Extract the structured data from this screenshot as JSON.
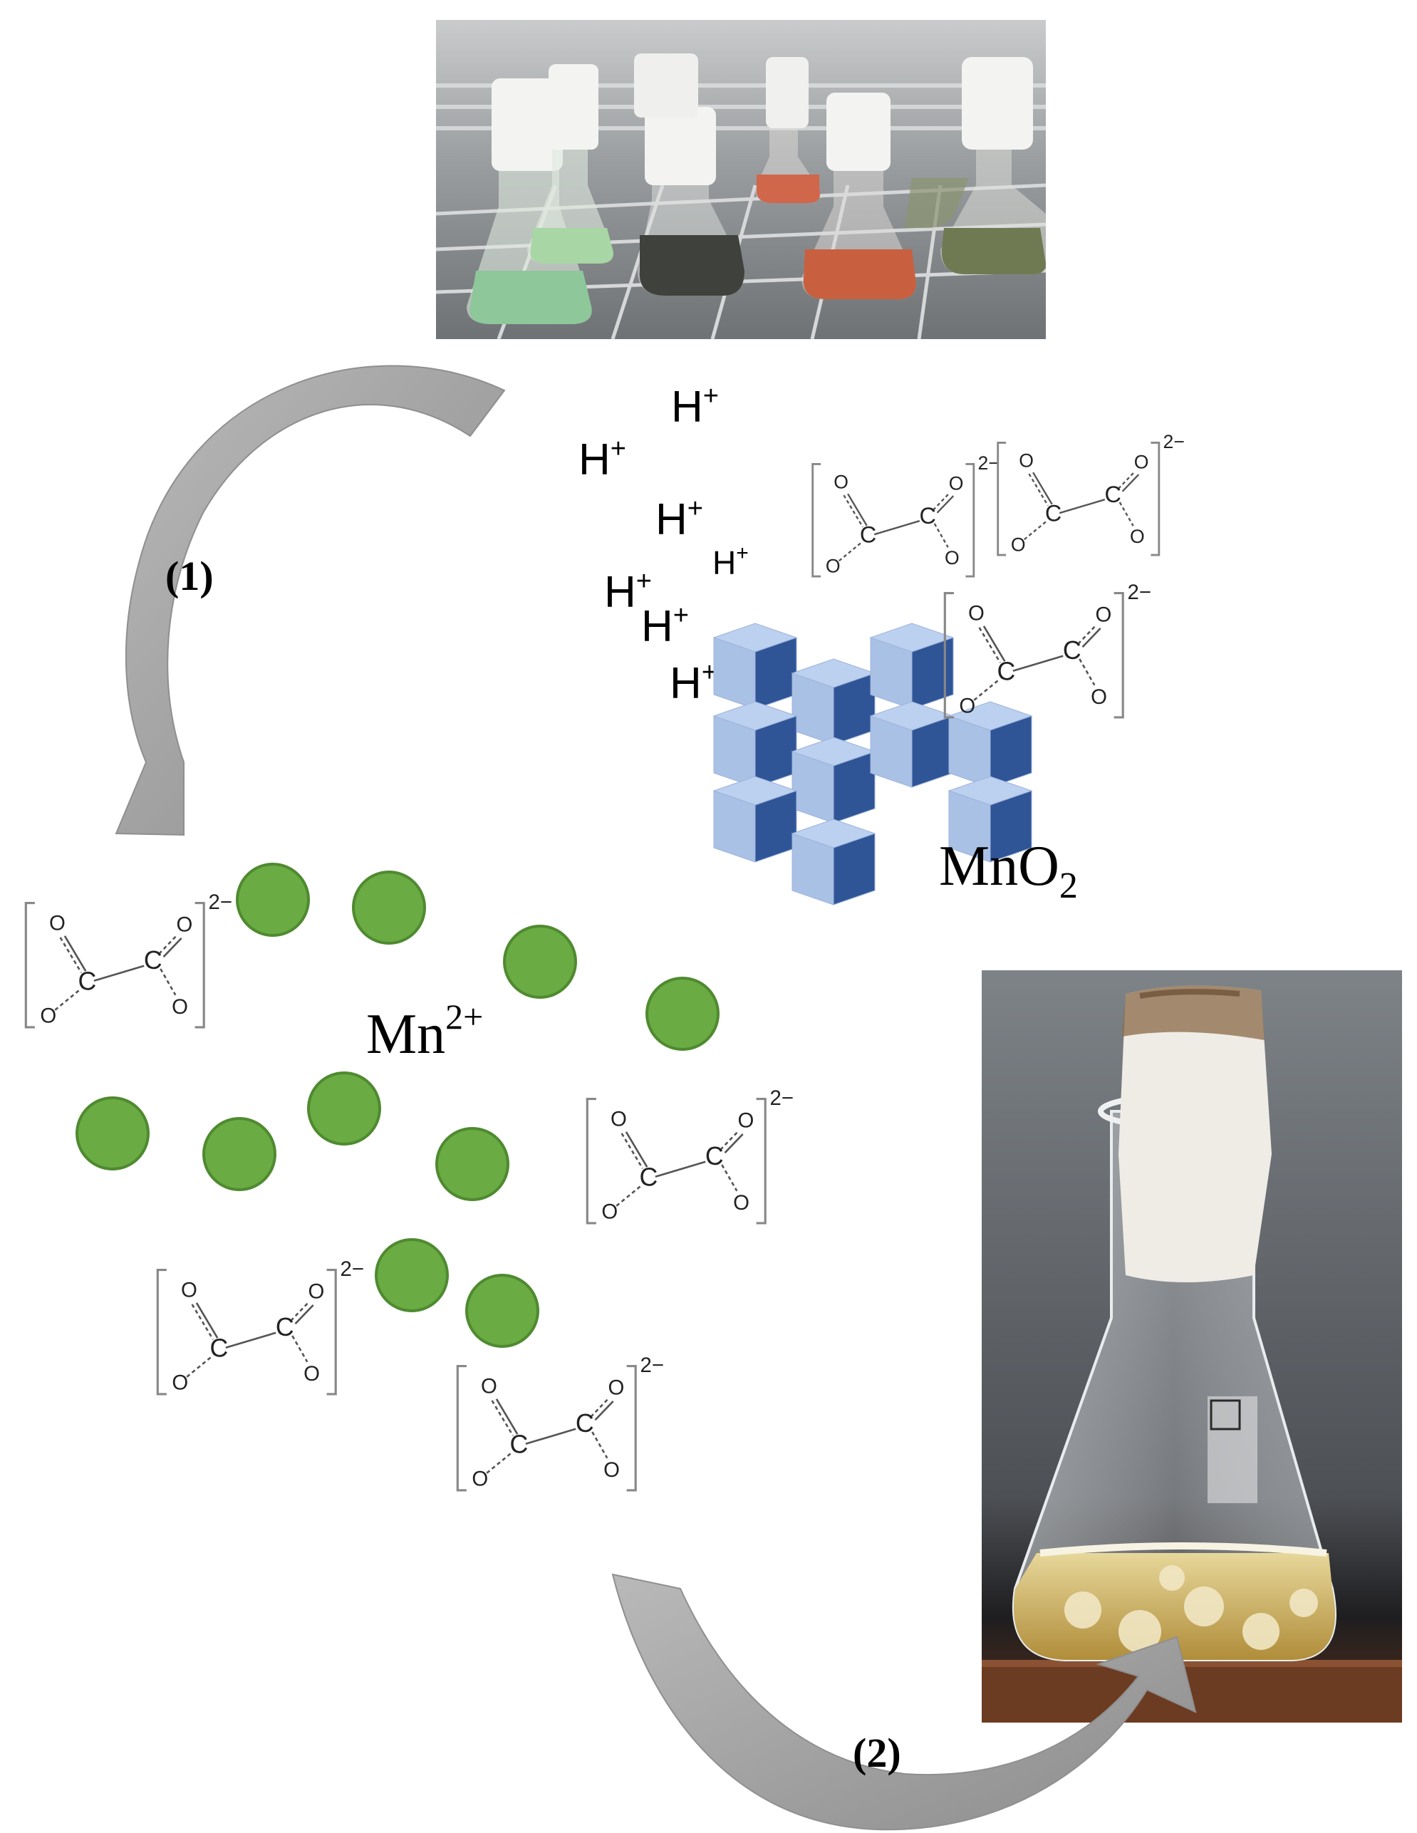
{
  "steps": {
    "step1": "(1)",
    "step2": "(2)"
  },
  "ions": {
    "proton": "H",
    "proton_charge": "+",
    "mn_ion": "Mn",
    "mn_charge": "2+",
    "oxide_prefix": "MnO",
    "oxide_subscript": "2"
  },
  "oxalate": {
    "carbon": "C",
    "oxygen": "O",
    "charge": "2−"
  },
  "photos": {
    "top": {
      "description": "flasks-on-rack",
      "palette": [
        "#8a8f92",
        "#d9d9d6",
        "#8dc79a",
        "#3f423c",
        "#c8603f",
        "#6f7a52"
      ]
    },
    "bottom": {
      "description": "flask-with-fungal-culture",
      "palette": [
        "#5a5e63",
        "#f2f2ef",
        "#c9a75c",
        "#6b3b22"
      ]
    }
  },
  "colors": {
    "arrow": "#9a9a9a",
    "mn_particle": "#6aab43",
    "mn_particle_stroke": "#4f8a30",
    "crystal_light": "#aac1e6",
    "crystal_dark": "#2f5597"
  }
}
